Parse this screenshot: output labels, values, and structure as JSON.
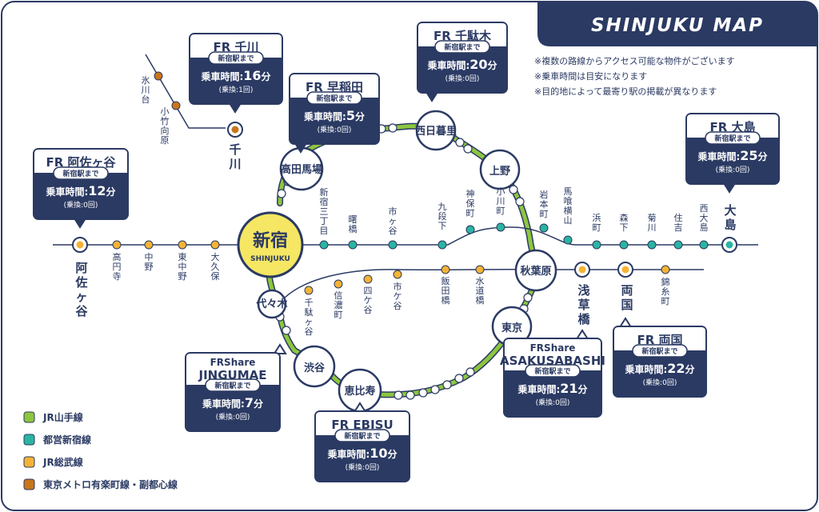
{
  "header": {
    "title": "SHINJUKU MAP"
  },
  "notes": [
    "※複数の路線からアクセス可能な物件がございます",
    "※乗車時間は目安になります",
    "※目的地によって最寄り駅の掲載が異なります"
  ],
  "colors": {
    "navy": "#2b3a63",
    "yamanote": "#8cc63f",
    "oedo": "#2bb5a0",
    "sobu": "#f5b335",
    "metro": "#c9751a",
    "shinjuku": "#f5e663"
  },
  "legend": [
    {
      "label": "JR山手線",
      "color": "#8cc63f"
    },
    {
      "label": "都営新宿線",
      "color": "#2bb5a0"
    },
    {
      "label": "JR総武線",
      "color": "#f5b335"
    },
    {
      "label": "東京メトロ有楽町線・副都心線",
      "color": "#c9751a"
    }
  ],
  "hub": {
    "name": "新宿",
    "roman": "SHINJUKU"
  },
  "stations": {
    "takadanobaba": "高田馬場",
    "nishinippori": "西日暮里",
    "ueno": "上野",
    "akihabara": "秋葉原",
    "tokyo": "東京",
    "ebisu": "恵比寿",
    "shibuya": "渋谷",
    "yoyogi": "代々木",
    "asagaya": "阿佐ヶ谷",
    "senkawa": "千川",
    "ojima": "大島",
    "asakusabashi": "浅草橋",
    "ryogoku": "両国"
  },
  "small_stations": {
    "hikawadai": "氷川台",
    "kotakemukaihara": "小竹向原",
    "koenji": "高円寺",
    "nakano": "中野",
    "higashinakano": "東中野",
    "okubo": "大久保",
    "shinjuku3": "新宿三丁目",
    "akebonobashi": "曙橋",
    "ichigaya_oedo": "市ヶ谷",
    "kudanshita": "九段下",
    "jimbocho": "神保町",
    "ogawamachi": "小川町",
    "iwamotocho": "岩本町",
    "bakuroyokoyama": "馬喰横山",
    "hamacho": "浜町",
    "morishita": "森下",
    "kikukawa": "菊川",
    "sumiyoshi": "住吉",
    "nishiojima": "西大島",
    "sendagaya": "千駄ヶ谷",
    "shinanomachi": "信濃町",
    "yotsuya": "四ケ谷",
    "ichigaya_sobu": "市ケ谷",
    "iidabashi": "飯田橋",
    "suidobashi": "水道橋",
    "kinshicho": "錦糸町"
  },
  "cards": {
    "senkawa": {
      "prefix": "FR",
      "title": "千川",
      "pill": "新宿駅まで",
      "time_label": "乗車時間:",
      "time": "16",
      "unit": "分",
      "transfer": "(乗換:1回)"
    },
    "waseda": {
      "prefix": "FR",
      "title": "早稲田",
      "pill": "新宿駅まで",
      "time_label": "乗車時間:",
      "time": "5",
      "unit": "分",
      "transfer": "(乗換:0回)"
    },
    "sendagi": {
      "prefix": "FR",
      "title": "千駄木",
      "pill": "新宿駅まで",
      "time_label": "乗車時間:",
      "time": "20",
      "unit": "分",
      "transfer": "(乗換:0回)"
    },
    "asagaya": {
      "prefix": "FR",
      "title": "阿佐ヶ谷",
      "pill": "新宿駅まで",
      "time_label": "乗車時間:",
      "time": "12",
      "unit": "分",
      "transfer": "(乗換:0回)"
    },
    "ojima": {
      "prefix": "FR",
      "title": "大島",
      "pill": "新宿駅まで",
      "time_label": "乗車時間:",
      "time": "25",
      "unit": "分",
      "transfer": "(乗換:0回)"
    },
    "ryogoku": {
      "prefix": "FR",
      "title": "両国",
      "pill": "新宿駅まで",
      "time_label": "乗車時間:",
      "time": "22",
      "unit": "分",
      "transfer": "(乗換:0回)"
    },
    "asakusabashi": {
      "line1": "FRShare",
      "line2": "ASAKUSABASHI",
      "pill": "新宿駅まで",
      "time_label": "乗車時間:",
      "time": "21",
      "unit": "分",
      "transfer": "(乗換:0回)"
    },
    "jingumae": {
      "line1": "FRShare",
      "line2": "JINGUMAE",
      "pill": "新宿駅まで",
      "time_label": "乗車時間:",
      "time": "7",
      "unit": "分",
      "transfer": "(乗換:0回)"
    },
    "ebisu": {
      "prefix": "FR",
      "title": "EBISU",
      "pill": "新宿駅まで",
      "time_label": "乗車時間:",
      "time": "10",
      "unit": "分",
      "transfer": "(乗換:0回)"
    }
  }
}
